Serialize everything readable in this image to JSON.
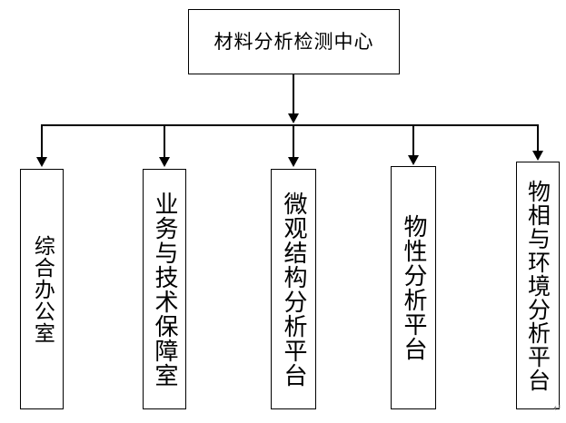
{
  "diagram": {
    "type": "organizational-chart",
    "orientation": "top-down",
    "root": {
      "label": "材料分析检测中心",
      "text_direction": "horizontal"
    },
    "children": [
      {
        "label": "综合办公室",
        "text_direction": "vertical",
        "char_count": 5
      },
      {
        "label": "业务与技术保障室",
        "text_direction": "vertical",
        "char_count": 8
      },
      {
        "label": "微观结构分析平台",
        "text_direction": "vertical",
        "char_count": 8
      },
      {
        "label": "物性分析平台",
        "text_direction": "vertical",
        "char_count": 6
      },
      {
        "label": "物相与环境分析平台",
        "text_direction": "vertical",
        "char_count": 9
      }
    ],
    "colors": {
      "line": "#000000",
      "box_fill": "#ffffff",
      "text": "#000000",
      "background": "#ffffff",
      "pilcrow": "#7a7a7a"
    },
    "marks": {
      "paragraph_mark": "↵"
    }
  }
}
